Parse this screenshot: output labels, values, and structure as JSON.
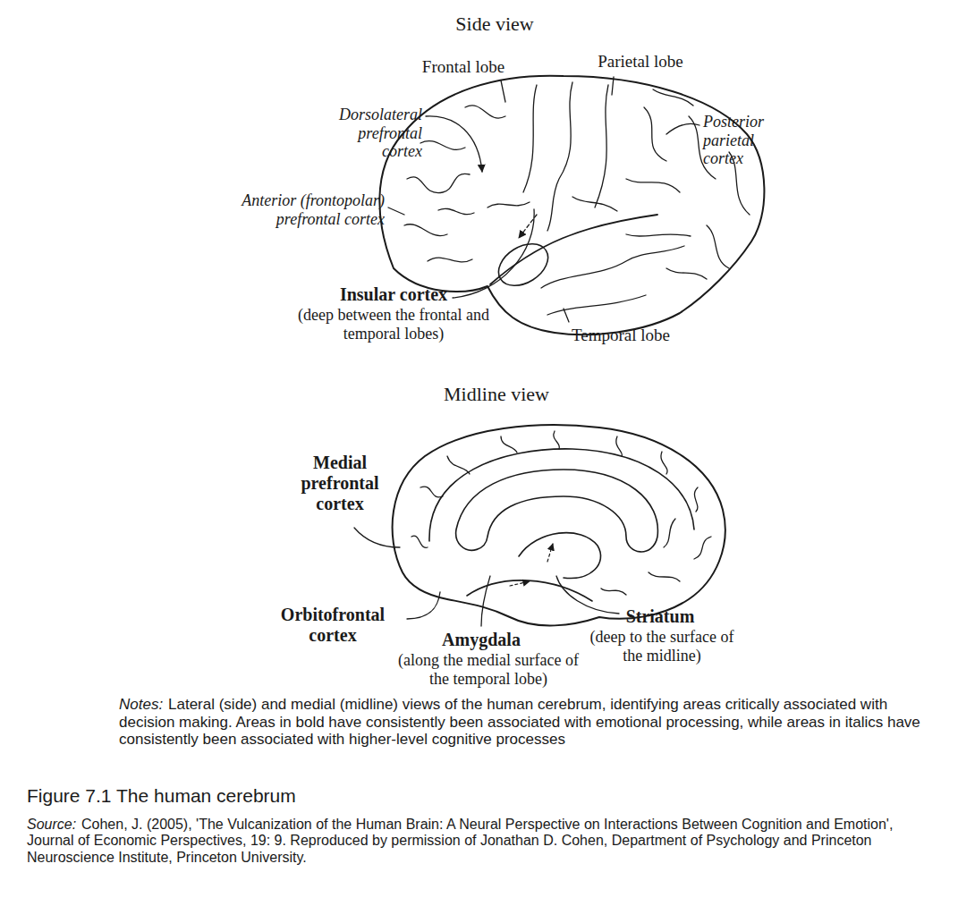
{
  "diagram": {
    "caption": "Figure 7.1 The human cerebrum",
    "labels": [
      "Side view",
      "Frontal lobe",
      "Parietal lobe",
      "Dorsolateral prefrontal cortex",
      "Posterior parietal cortex",
      "Anterior (frontopolar) prefrontal cortex",
      "Insular cortex",
      "(deep between the frontal and temporal lobes)",
      "Temporal lobe",
      "Midline view",
      "Medial prefrontal cortex",
      "Orbitofrontal cortex",
      "Amygdala",
      "(along the medial surface of the temporal lobe)",
      "Striatum",
      "(deep to the surface of the midline)",
      "Notes:",
      "Lateral (side) and medial (midline) views of the human cerebrum, identifying areas critically associated with decision making. Areas in bold have consistently been associated with emotional processing, while areas in italics have consistently been associated with higher-level cognitive processes",
      "Source:",
      "Cohen, J. (2005), 'The Vulcanization of the Human Brain: A Neural Perspective on Interactions Between Cognition and Emotion', Journal of Economic Perspectives, 19: 9. Reproduced by permission of Jonathan D. Cohen, Department of Psychology and Princeton Neuroscience Institute, Princeton University."
    ]
  }
}
